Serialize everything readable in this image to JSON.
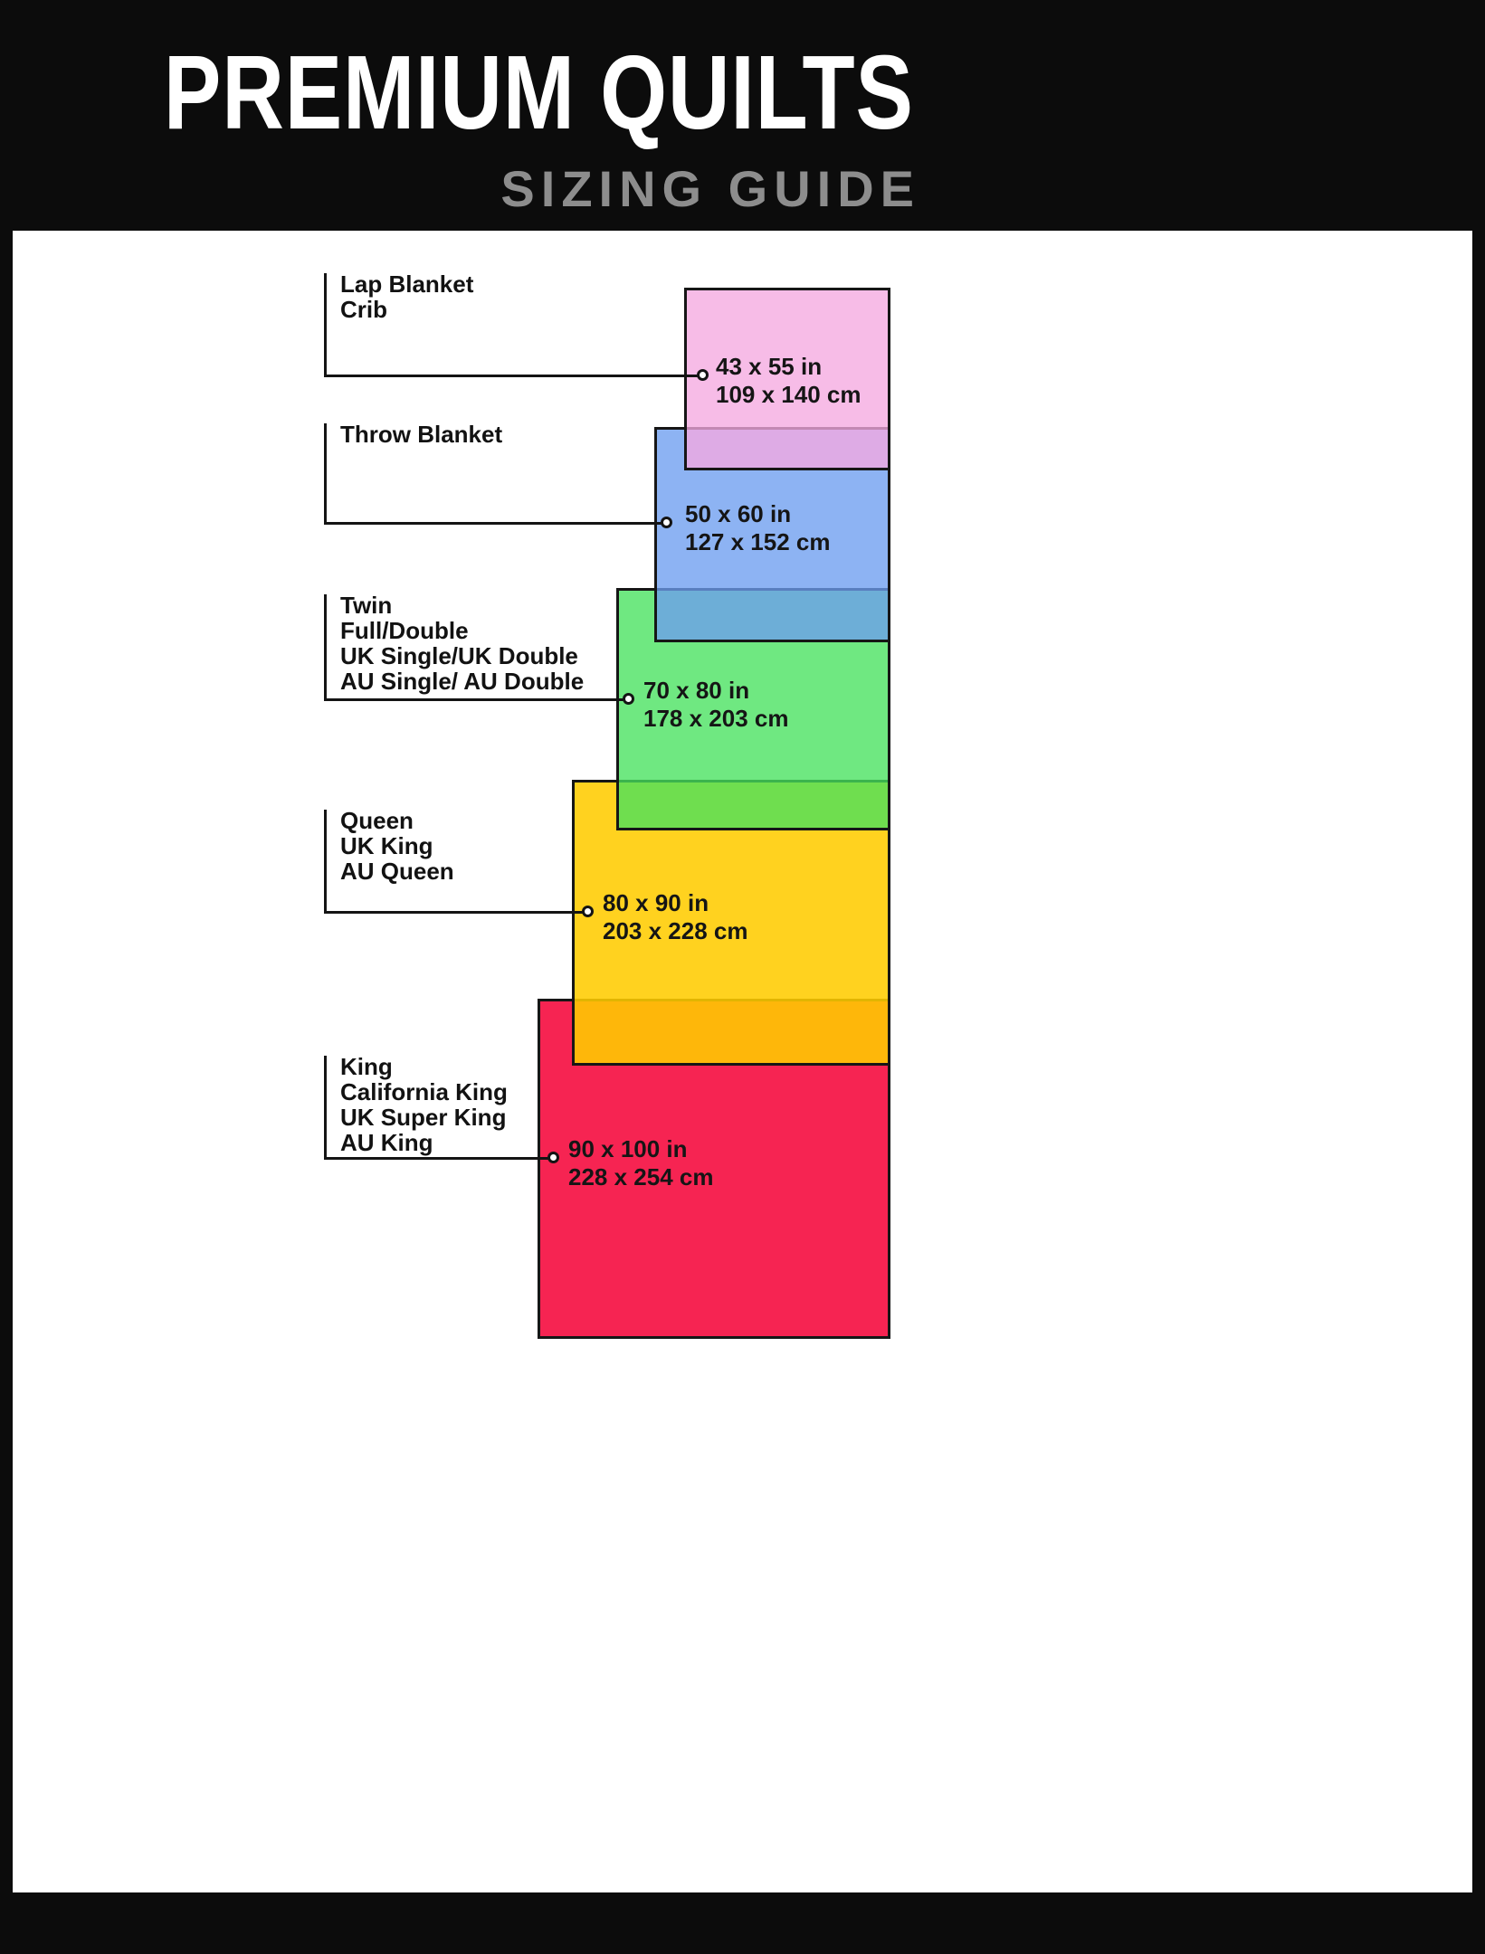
{
  "header": {
    "title": "PREMIUM QUILTS",
    "subtitle": "SIZING GUIDE"
  },
  "colors": {
    "frame": "#0c0c0c",
    "panel": "#ffffff",
    "title": "#ffffff",
    "subtitle": "#8d8d8d",
    "connector": "#141414",
    "pink": "#F5A9E0C7",
    "blue": "#6D9EF0C7",
    "green": "#47E25DC7",
    "yellow": "#FFCC00E0",
    "red": "#F5063AE0"
  },
  "sizes": [
    {
      "name": "lap-blanket-crib",
      "label": "Lap Blanket\nCrib",
      "inches": "43 x 55 in",
      "cm": "109 x 140 cm",
      "fill": "#F5A9E0C7"
    },
    {
      "name": "throw-blanket",
      "label": "Throw Blanket",
      "inches": "50 x 60 in",
      "cm": "127 x 152 cm",
      "fill": "#6D9EF0C7"
    },
    {
      "name": "twin-full-double",
      "label": "Twin\nFull/Double\nUK Single/UK Double\nAU Single/ AU Double",
      "inches": "70 x 80 in",
      "cm": "178 x 203 cm",
      "fill": "#47E25DC7"
    },
    {
      "name": "queen",
      "label": "Queen\nUK King\nAU Queen",
      "inches": "80 x 90 in",
      "cm": "203 x 228 cm",
      "fill": "#FFCC00E0"
    },
    {
      "name": "king",
      "label": "King\nCalifornia King\nUK Super King\nAU King",
      "inches": "90 x 100 in",
      "cm": "228 x 254 cm",
      "fill": "#F5063AE0"
    }
  ]
}
